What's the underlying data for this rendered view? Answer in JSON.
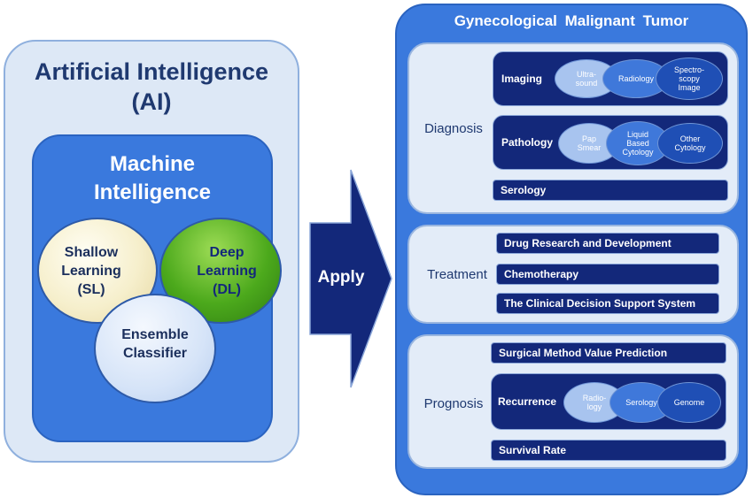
{
  "left": {
    "ai_title_line1": "Artificial Intelligence",
    "ai_title_line2": "(AI)",
    "mi_title_line1": "Machine",
    "mi_title_line2": "Intelligence",
    "shallow": [
      "Shallow",
      "Learning",
      "(SL)"
    ],
    "deep": [
      "Deep",
      "Learning",
      "(DL)"
    ],
    "ensemble": [
      "Ensemble",
      "Classifier"
    ]
  },
  "arrow": {
    "label": "Apply"
  },
  "right": {
    "title": "Gynecological Malignant Tumor",
    "diagnosis": {
      "label": "Diagnosis",
      "imaging": {
        "label": "Imaging",
        "items": [
          [
            "Ultra-",
            "sound"
          ],
          [
            "Radiology"
          ],
          [
            "Spectro-",
            "scopy",
            "Image"
          ]
        ]
      },
      "pathology": {
        "label": "Pathology",
        "items": [
          [
            "Pap",
            "Smear"
          ],
          [
            "Liquid",
            "Based",
            "Cytology"
          ],
          [
            "Other",
            "Cytology"
          ]
        ]
      },
      "serology": "Serology"
    },
    "treatment": {
      "label": "Treatment",
      "items": [
        "Drug Research and Development",
        "Chemotherapy",
        "The Clinical Decision Support System"
      ]
    },
    "prognosis": {
      "label": "Prognosis",
      "surgical": "Surgical Method Value Prediction",
      "recurrence": {
        "label": "Recurrence",
        "items": [
          [
            "Radio-",
            "logy"
          ],
          [
            "Serology"
          ],
          [
            "Genome"
          ]
        ]
      },
      "survival": "Survival Rate"
    }
  },
  "colors": {
    "panel_blue": "#3a79dd",
    "light_panel": "#dde8f6",
    "dark_navy": "#13287a",
    "title_navy": "#1f3970",
    "deep_learning_green": "#4ca91c",
    "shallow_learning_cream": "#f6efcc"
  }
}
